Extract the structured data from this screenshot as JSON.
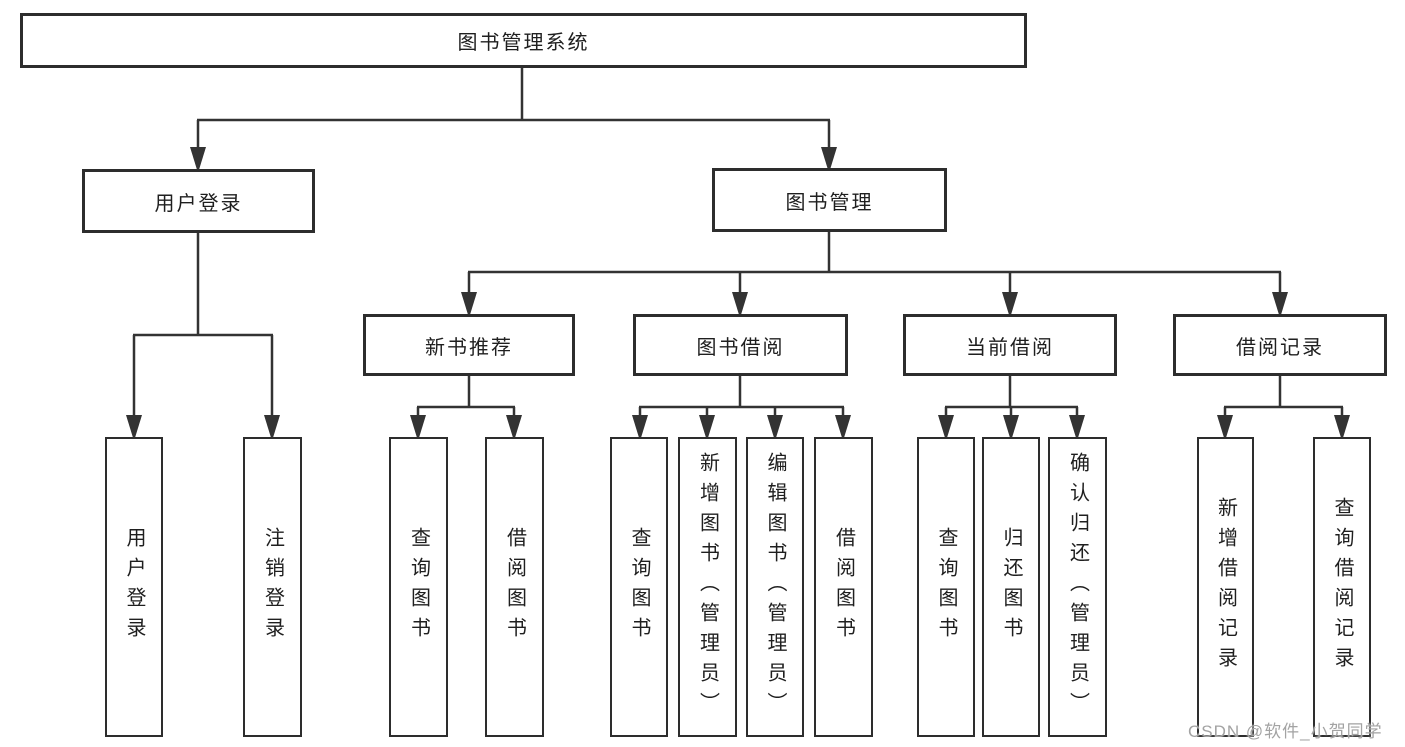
{
  "diagram": {
    "type": "tree-structure-chart",
    "nodes": {
      "root": "图书管理系统",
      "user_login": "用户登录",
      "book_mgmt": "图书管理",
      "new_book_rec": "新书推荐",
      "book_borrow": "图书借阅",
      "current_borrow": "当前借阅",
      "borrow_record": "借阅记录",
      "leaf_user_login": "用户登录",
      "leaf_logout": "注销登录",
      "leaf_query_book_1": "查询图书",
      "leaf_borrow_book_1": "借阅图书",
      "leaf_query_book_2": "查询图书",
      "leaf_add_book": "新增图书（管理员）",
      "leaf_edit_book": "编辑图书（管理员）",
      "leaf_borrow_book_2": "借阅图书",
      "leaf_query_book_3": "查询图书",
      "leaf_return_book": "归还图书",
      "leaf_confirm_return": "确认归还（管理员）",
      "leaf_add_record": "新增借阅记录",
      "leaf_query_record": "查询借阅记录"
    },
    "hierarchy": {
      "图书管理系统": {
        "用户登录": [
          "用户登录",
          "注销登录"
        ],
        "图书管理": {
          "新书推荐": [
            "查询图书",
            "借阅图书"
          ],
          "图书借阅": [
            "查询图书",
            "新增图书（管理员）",
            "编辑图书（管理员）",
            "借阅图书"
          ],
          "当前借阅": [
            "查询图书",
            "归还图书",
            "确认归还（管理员）"
          ],
          "借阅记录": [
            "新增借阅记录",
            "查询借阅记录"
          ]
        }
      }
    },
    "colors": {
      "line": "#333333",
      "box_border": "#2d2d2d",
      "box_fill": "#ffffff",
      "text": "#1f1f1f",
      "background": "#ffffff",
      "watermark": "#a3a3a3"
    }
  },
  "watermark": "CSDN @软件_小贺同学"
}
